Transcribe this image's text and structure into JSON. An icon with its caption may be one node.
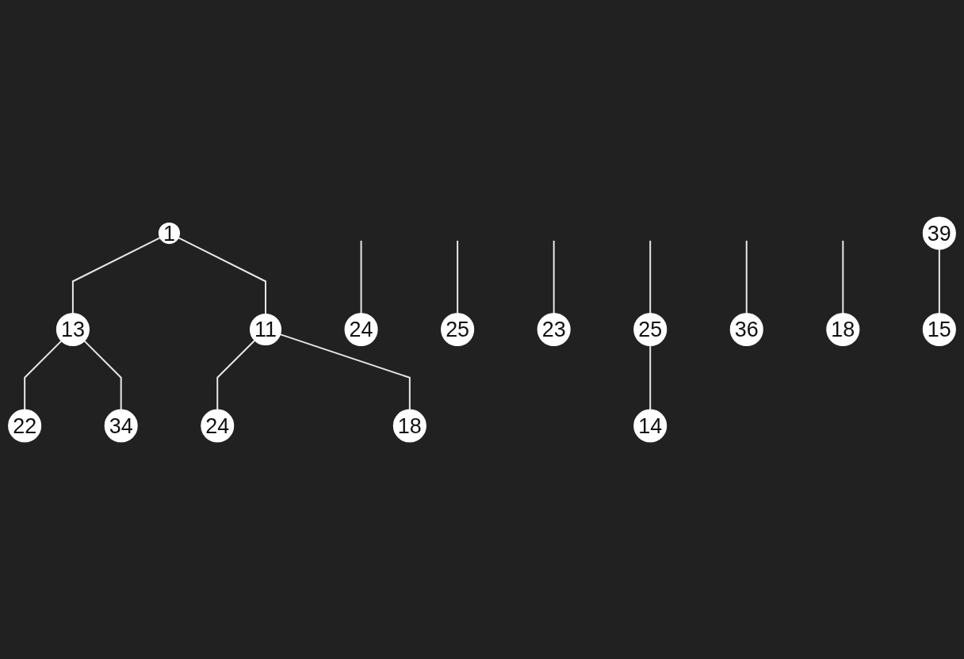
{
  "diagram": {
    "nodes": [
      {
        "text": [
          "1"
        ]
      },
      {
        "text": [
          "13"
        ]
      },
      {
        "text": [
          "11"
        ]
      },
      {
        "text": [
          "34"
        ]
      },
      {
        "text": [
          "18"
        ]
      },
      {
        "text": [
          "24"
        ]
      },
      {
        "text": [
          "25"
        ]
      },
      {
        "text": [
          "22"
        ]
      },
      {
        "text": [
          "23"
        ]
      },
      {
        "text": [
          "25"
        ]
      },
      {
        "text": [
          "24"
        ]
      },
      {
        "text": [
          "36"
        ]
      },
      {
        "text": [
          "39"
        ]
      },
      {
        "text": [
          "14"
        ]
      },
      {
        "text": [
          "18"
        ]
      },
      {
        "text": [
          "15"
        ]
      }
    ],
    "edges": [
      {
        "from": 0,
        "to": 1,
        "arrow": "none"
      },
      {
        "from": 0,
        "to": 2,
        "arrow": "none"
      },
      {
        "from": 1,
        "to": 7,
        "arrow": "none"
      },
      {
        "from": 1,
        "to": 3,
        "arrow": "none"
      },
      {
        "from": 2,
        "to": 10,
        "arrow": "none"
      },
      {
        "from": 2,
        "to": 4,
        "arrow": "none"
      },
      {
        "from": null,
        "to": 5,
        "arrow": "none"
      },
      {
        "from": null,
        "to": 6,
        "arrow": "none"
      },
      {
        "from": null,
        "to": 8,
        "arrow": "none"
      },
      {
        "from": null,
        "to": 9,
        "arrow": "none"
      },
      {
        "from": 9,
        "to": 13,
        "arrow": "none"
      },
      {
        "from": null,
        "to": 11,
        "arrow": "none"
      },
      {
        "from": 12,
        "to": 15,
        "arrow": "none"
      },
      {
        "from": null,
        "to": 14,
        "arrow": "none"
      }
    ]
  }
}
